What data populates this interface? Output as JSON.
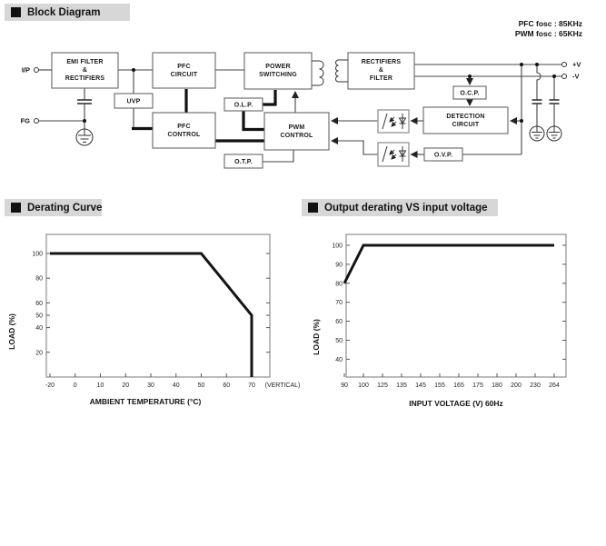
{
  "headers": {
    "block_diagram": "Block Diagram",
    "derating_curve": "Derating Curve",
    "output_derating": "Output derating VS input voltage"
  },
  "notes": {
    "pfc_fosc": "PFC fosc : 85KHz",
    "pwm_fosc": "PWM fosc : 65KHz"
  },
  "block_diagram": {
    "terminals": {
      "input": "I/P",
      "fg": "FG",
      "vplus": "+V",
      "vminus": "-V"
    },
    "boxes": {
      "emi": [
        "EMI FILTER",
        "&",
        "RECTIFIERS"
      ],
      "pfc_circuit": [
        "PFC",
        "CIRCUIT"
      ],
      "power_switching": [
        "POWER",
        "SWITCHING"
      ],
      "rectifiers": [
        "RECTIFIERS",
        "&",
        "FILTER"
      ],
      "uvp": "UVP",
      "pfc_control": [
        "PFC",
        "CONTROL"
      ],
      "olp": "O.L.P.",
      "pwm_control": [
        "PWM",
        "CONTROL"
      ],
      "otp": "O.T.P.",
      "ocp": "O.C.P.",
      "detection": [
        "DETECTION",
        "CIRCUIT"
      ],
      "ovp": "O.V.P."
    },
    "icons": [
      "optocoupler-icon",
      "transformer-icon",
      "earth-ground-icon",
      "capacitor-icon"
    ]
  },
  "chart_data": [
    {
      "type": "line",
      "title": "Derating Curve",
      "xlabel": "AMBIENT TEMPERATURE (°C)",
      "ylabel": "LOAD (%)",
      "x_ticks": [
        -20,
        0,
        10,
        20,
        30,
        40,
        50,
        60,
        70
      ],
      "x_extra_label": "(VERTICAL)",
      "y_ticks": [
        20,
        40,
        50,
        60,
        80,
        100
      ],
      "ylim": [
        0,
        115
      ],
      "grid": false,
      "points": [
        [
          -20,
          100
        ],
        [
          50,
          100
        ],
        [
          70,
          50
        ],
        [
          70,
          0
        ]
      ]
    },
    {
      "type": "line",
      "title": "Output derating VS input voltage",
      "xlabel": "INPUT VOLTAGE (V) 60Hz",
      "ylabel": "LOAD (%)",
      "x_ticks": [
        90,
        100,
        125,
        135,
        145,
        155,
        165,
        175,
        180,
        200,
        230,
        264
      ],
      "y_ticks": [
        40,
        50,
        60,
        70,
        80,
        90,
        100
      ],
      "ylim": [
        30,
        110
      ],
      "grid": false,
      "points": [
        [
          90,
          80
        ],
        [
          100,
          100
        ],
        [
          264,
          100
        ]
      ]
    }
  ],
  "colors": {
    "header_bg": "#d7d7d7",
    "line": "#111111",
    "box_stroke": "#666666",
    "text": "#1a1a1a"
  }
}
